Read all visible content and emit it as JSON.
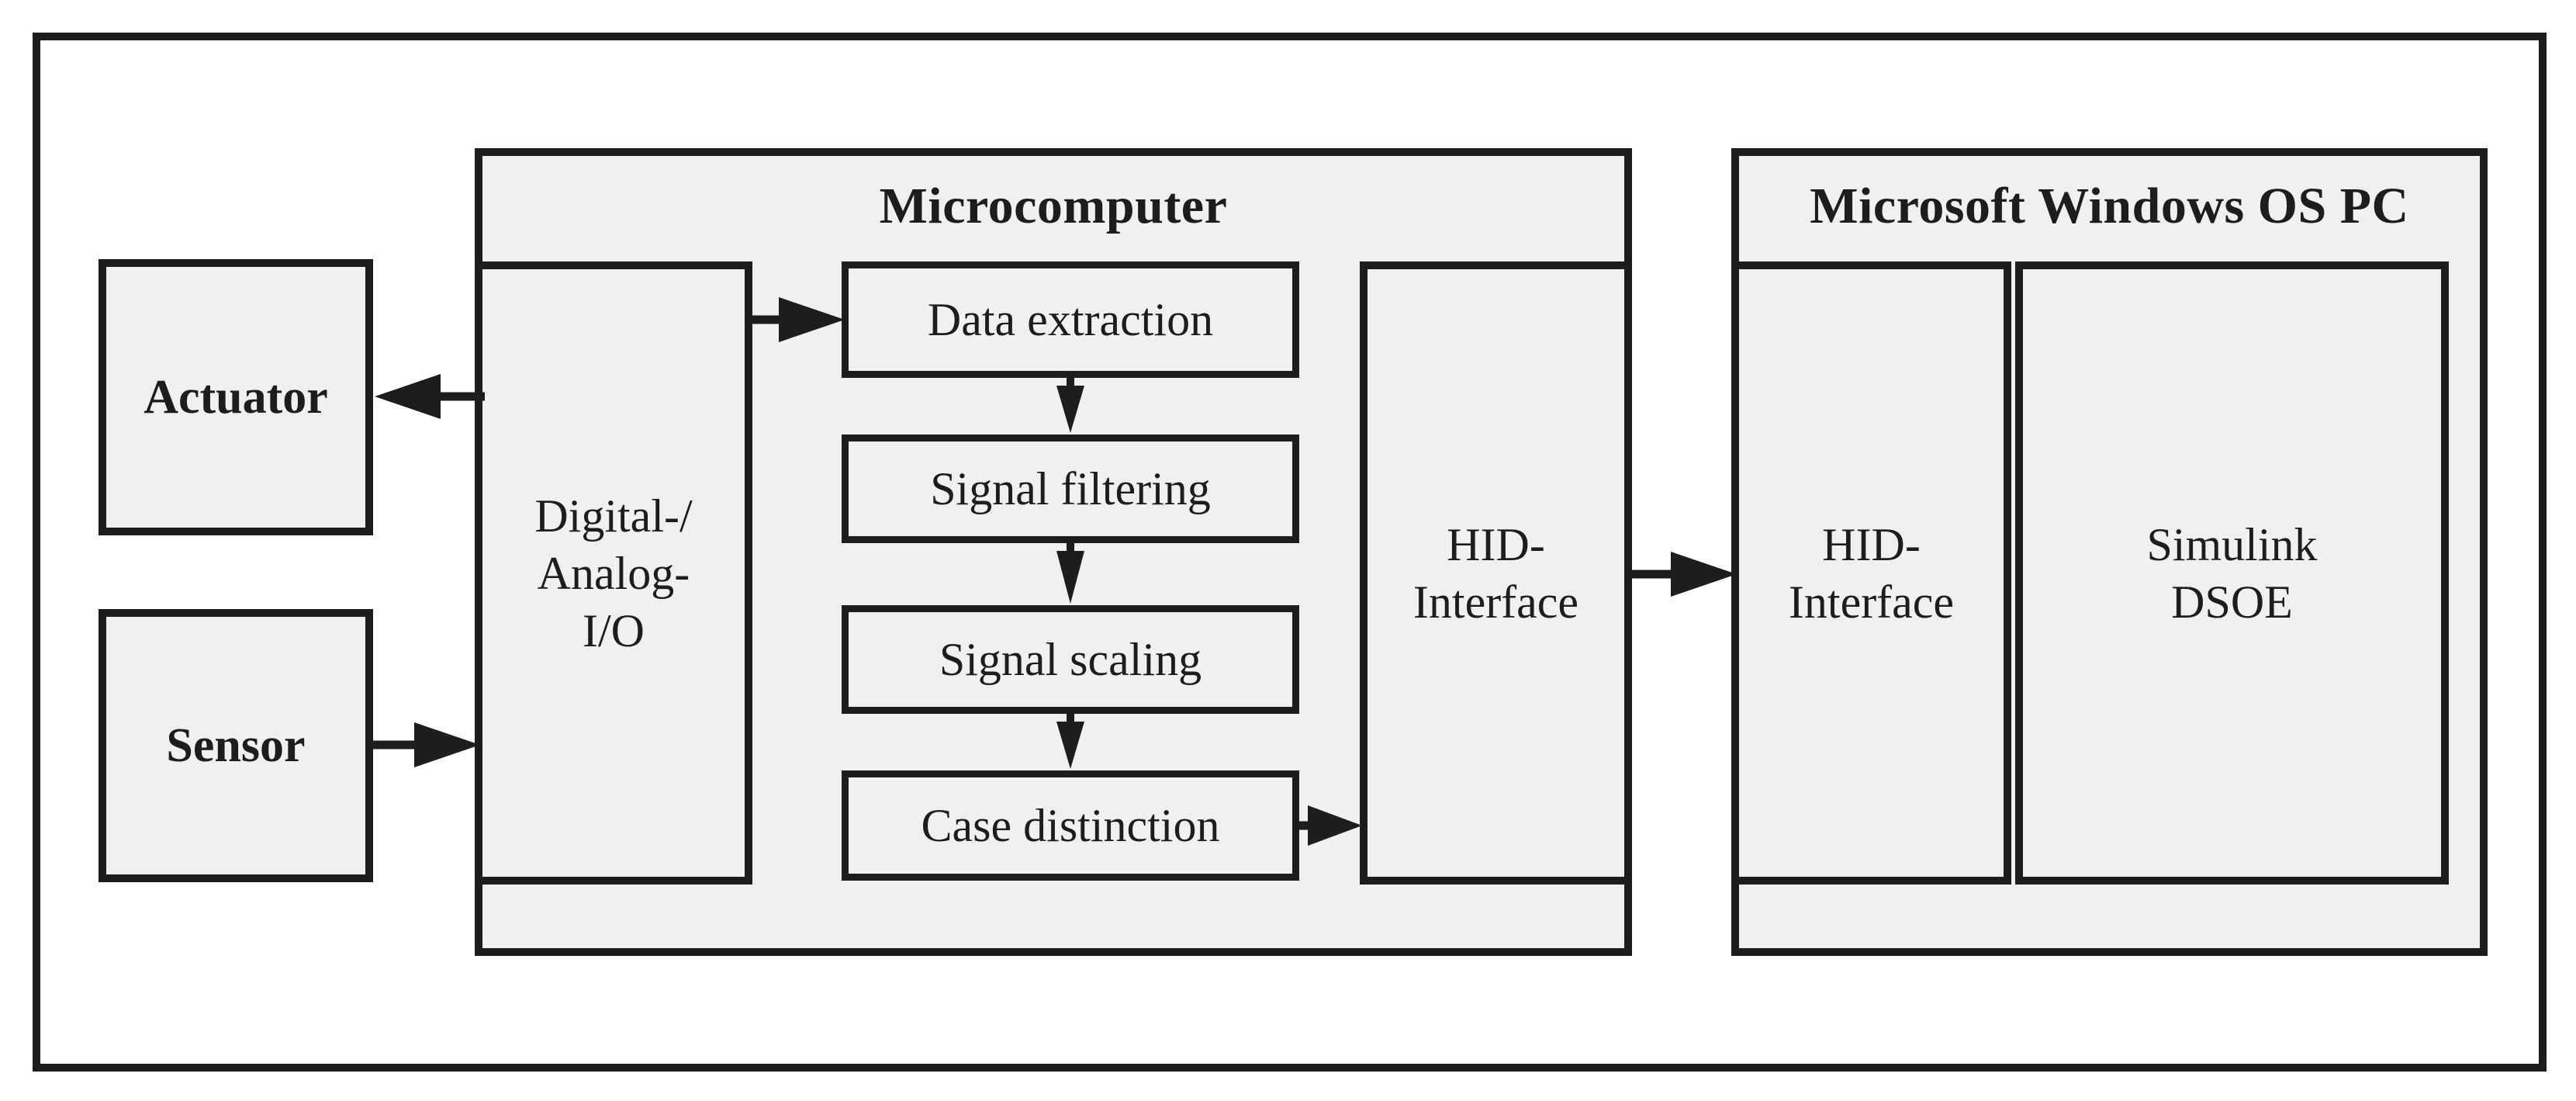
{
  "diagram": {
    "left_column": {
      "actuator_label": "Actuator",
      "sensor_label": "Sensor"
    },
    "microcomputer": {
      "title": "Microcomputer",
      "io_box": {
        "lines": [
          "Digital-/",
          "Analog-",
          "I/O"
        ]
      },
      "pipeline": [
        "Data extraction",
        "Signal filtering",
        "Signal scaling",
        "Case distinction"
      ],
      "hid_box": {
        "lines": [
          "HID-",
          "Interface"
        ]
      }
    },
    "windows_pc": {
      "title": "Microsoft Windows OS PC",
      "hid_box": {
        "lines": [
          "HID-",
          "Interface"
        ]
      },
      "simulink_box": {
        "lines": [
          "Simulink",
          "DSOE"
        ]
      }
    },
    "arrows": [
      "io-to-actuator",
      "sensor-to-io",
      "io-to-data-extraction",
      "data-extraction-to-signal-filtering",
      "signal-filtering-to-signal-scaling",
      "signal-scaling-to-case-distinction",
      "case-distinction-to-hid",
      "hid-to-hid"
    ],
    "colors": {
      "line": "#1d1d1b",
      "box_fill": "#f0f0f0",
      "background": "#ffffff"
    }
  }
}
